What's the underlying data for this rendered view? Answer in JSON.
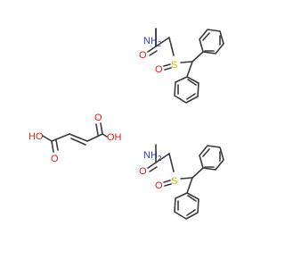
{
  "atom_colors": {
    "N": "#2b3bd6",
    "O": "#e0201a",
    "S": "#c8b400",
    "C": "#3a3a3a"
  },
  "molecules": [
    {
      "id": "modafinil-1",
      "labels": {
        "amine": "NH",
        "amine_sub": "2",
        "carbonyl_o": "O",
        "sulfur": "S",
        "sulfoxide_o": "O"
      }
    },
    {
      "id": "fumaric-acid",
      "labels": {
        "left_oh": "HO",
        "left_o": "O",
        "right_oh": "OH",
        "right_o": "O"
      }
    },
    {
      "id": "modafinil-2",
      "labels": {
        "amine": "NH",
        "amine_sub": "2",
        "carbonyl_o": "O",
        "sulfur": "S",
        "sulfoxide_o": "O"
      }
    }
  ]
}
